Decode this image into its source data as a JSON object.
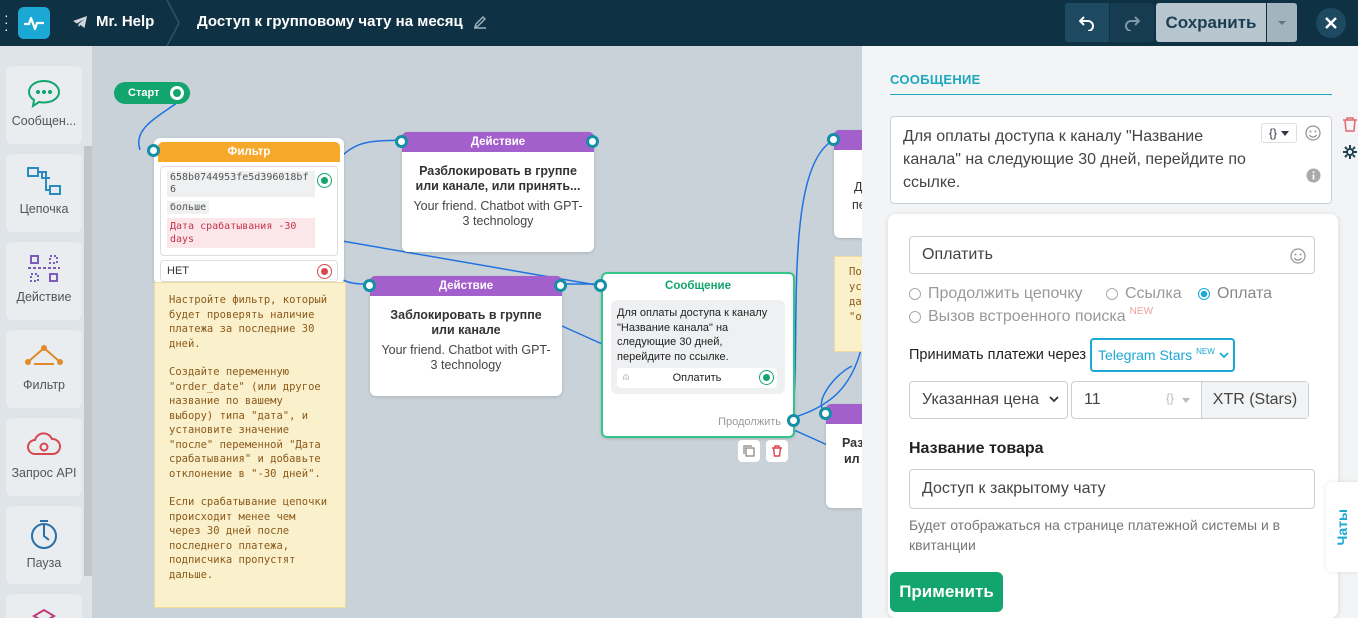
{
  "topbar": {
    "bot_name": "Mr. Help",
    "flow_title": "Доступ к групповому чату на месяц",
    "save_label": "Сохранить"
  },
  "sidebar": {
    "items": [
      {
        "label": "Сообщен..."
      },
      {
        "label": "Цепочка"
      },
      {
        "label": "Действие"
      },
      {
        "label": "Фильтр"
      },
      {
        "label": "Запрос API"
      },
      {
        "label": "Пауза"
      }
    ]
  },
  "canvas": {
    "start_label": "Старт",
    "filter": {
      "header": "Фильтр",
      "var_id": "658b0744953fe5d396018bf6",
      "condition": "больше",
      "value": "Дата срабатывания -30 days",
      "no_label": "НЕТ"
    },
    "note": {
      "p1": "Настройте фильтр, который будет проверять наличие платежа за последние 30 дней.",
      "p2": "Создайте переменную \"order_date\" (или другое название по вашему выбору) типа \"дата\", и установите значение \"после\" переменной \"Дата срабатывания\" и добавьте отклонение в \"-30 дней\".",
      "p3": "Если срабатывание цепочки происходит менее чем через 30 дней после последнего платежа, подписчика пропустят дальше."
    },
    "action1": {
      "header": "Действие",
      "title": "Разблокировать в группе или канале, или принять...",
      "subtitle": "Your friend. Chatbot with GPT-3 technology"
    },
    "action2": {
      "header": "Действие",
      "title": "Заблокировать в группе или канале",
      "subtitle": "Your friend. Chatbot with GPT-3 technology"
    },
    "message": {
      "header": "Сообщение",
      "text": "Для оплаты доступа к каналу \"Название канала\" на следующие 30 дней, перейдите по ссылке.",
      "button": "Оплатить",
      "continue": "Продолжить"
    },
    "partial_right": {
      "fragment_a": "Д",
      "fragment_b": "пе",
      "note_lines": [
        "По",
        "ус",
        "да",
        "\"о"
      ],
      "frag_c": "Раз",
      "frag_d": "ил"
    }
  },
  "panel": {
    "section_title": "СООБЩЕНИЕ",
    "message_text": "Для оплаты доступа к каналу \"Название канала\" на следующие 30 дней, перейдите по ссылке.",
    "button_name": "Оплатить",
    "radio_options": [
      "Продолжить цепочку",
      "Ссылка",
      "Оплата",
      "Вызов встроенного поиска"
    ],
    "new_badge": "NEW",
    "payments_label": "Принимать платежи через",
    "payments_select": "Telegram Stars",
    "price_type": "Указанная цена",
    "price_value": "11",
    "currency": "XTR (Stars)",
    "product_label": "Название товара",
    "product_value": "Доступ к закрытому чату",
    "product_hint": "Будет отображаться на странице платежной системы и в квитанции",
    "apply_label": "Применить",
    "chats_tab": "Чаты"
  }
}
